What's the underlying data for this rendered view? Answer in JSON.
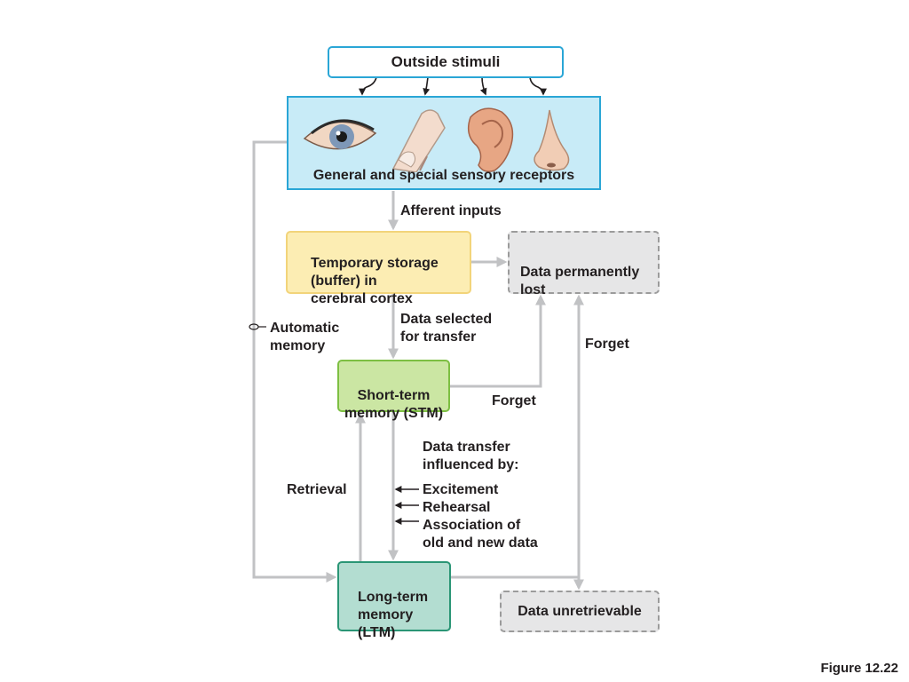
{
  "diagram": {
    "outside_stimuli": "Outside stimuli",
    "receptors": "General and special sensory receptors",
    "afferent_inputs": "Afferent inputs",
    "temporary_storage": "Temporary storage\n(buffer) in\ncerebral cortex",
    "data_permanently_lost": "Data permanently\nlost",
    "data_selected": "Data selected\nfor transfer",
    "automatic_memory": "Automatic\nmemory",
    "forget_right": "Forget",
    "stm": "Short-term\nmemory (STM)",
    "forget_stm": "Forget",
    "data_transfer": "Data transfer\ninfluenced by:",
    "influences": [
      "Excitement",
      "Rehearsal",
      "Association of\nold and new data"
    ],
    "retrieval": "Retrieval",
    "ltm": "Long-term\nmemory\n(LTM)",
    "data_unretrievable": "Data unretrievable",
    "figure_label": "Figure 12.22",
    "receptor_icons": [
      "eye-icon",
      "fingertip-icon",
      "ear-icon",
      "nose-icon"
    ]
  },
  "colors": {
    "connector": "#c1c2c4",
    "receptor_border": "#2aa6d6",
    "receptor_fill": "#c8ebf7",
    "temporary_fill": "#fcedb3",
    "stm_fill": "#cbe6a3",
    "ltm_fill": "#b3ddd1",
    "lost_fill": "#e6e6e7"
  }
}
